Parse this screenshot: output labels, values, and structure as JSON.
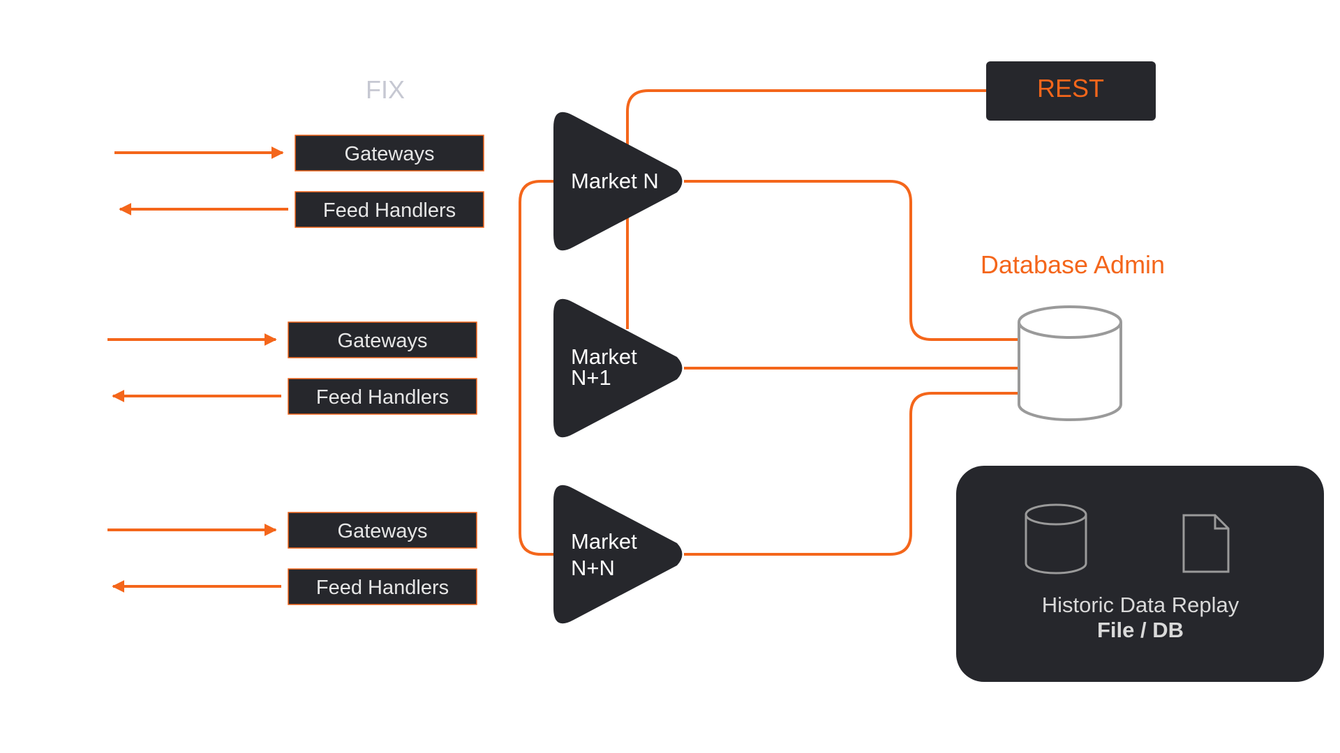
{
  "colors": {
    "accent": "#f4661b",
    "dark_fill": "#26272c",
    "muted_label": "#c6c8d2",
    "db_outline": "#9a9a9a"
  },
  "fix_label": "FIX",
  "groups": [
    {
      "gateway": "Gateways",
      "feed": "Feed Handlers"
    },
    {
      "gateway": "Gateways",
      "feed": "Feed Handlers"
    },
    {
      "gateway": "Gateways",
      "feed": "Feed Handlers"
    }
  ],
  "markets": [
    {
      "line1": "Market N",
      "line2": ""
    },
    {
      "line1": "Market",
      "line2": "N+1"
    },
    {
      "line1": "Market",
      "line2": "N+N"
    }
  ],
  "rest_label": "REST",
  "database_admin_label": "Database Admin",
  "historic": {
    "title": "Historic Data Replay",
    "subtitle": "File / DB",
    "icons": [
      "database-icon",
      "file-icon"
    ]
  }
}
